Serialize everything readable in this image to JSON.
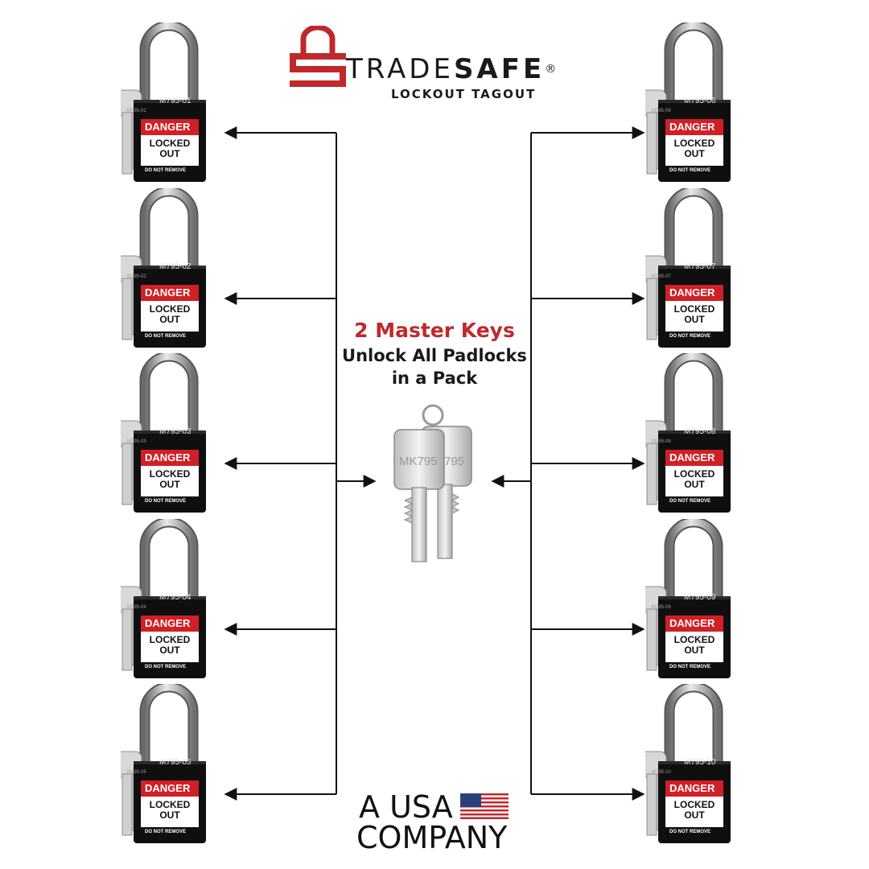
{
  "brand": {
    "name_light": "TRADE",
    "name_bold": "SAFE",
    "registered": "®",
    "subtitle": "LOCKOUT TAGOUT",
    "logo_color": "#c0282c"
  },
  "center": {
    "line1": "2 Master Keys",
    "line2": "Unlock All Padlocks",
    "line3": "in a Pack",
    "master_key_label": "MK795",
    "master_key_label_back": "795",
    "accent_color": "#c0282c"
  },
  "footer": {
    "line1": "A USA",
    "line2": "COMPANY",
    "flag_icon": "us-flag-icon"
  },
  "padlock_tag": {
    "danger": "DANGER",
    "locked": "LOCKED",
    "out": "OUT",
    "do_not_remove": "DO NOT REMOVE"
  },
  "padlocks": [
    {
      "code": "M795-01"
    },
    {
      "code": "M795-02"
    },
    {
      "code": "M795-03"
    },
    {
      "code": "M795-04"
    },
    {
      "code": "M795-05"
    },
    {
      "code": "M795-06"
    },
    {
      "code": "M795-07"
    },
    {
      "code": "M795-08"
    },
    {
      "code": "M795-09"
    },
    {
      "code": "M795-10"
    }
  ]
}
